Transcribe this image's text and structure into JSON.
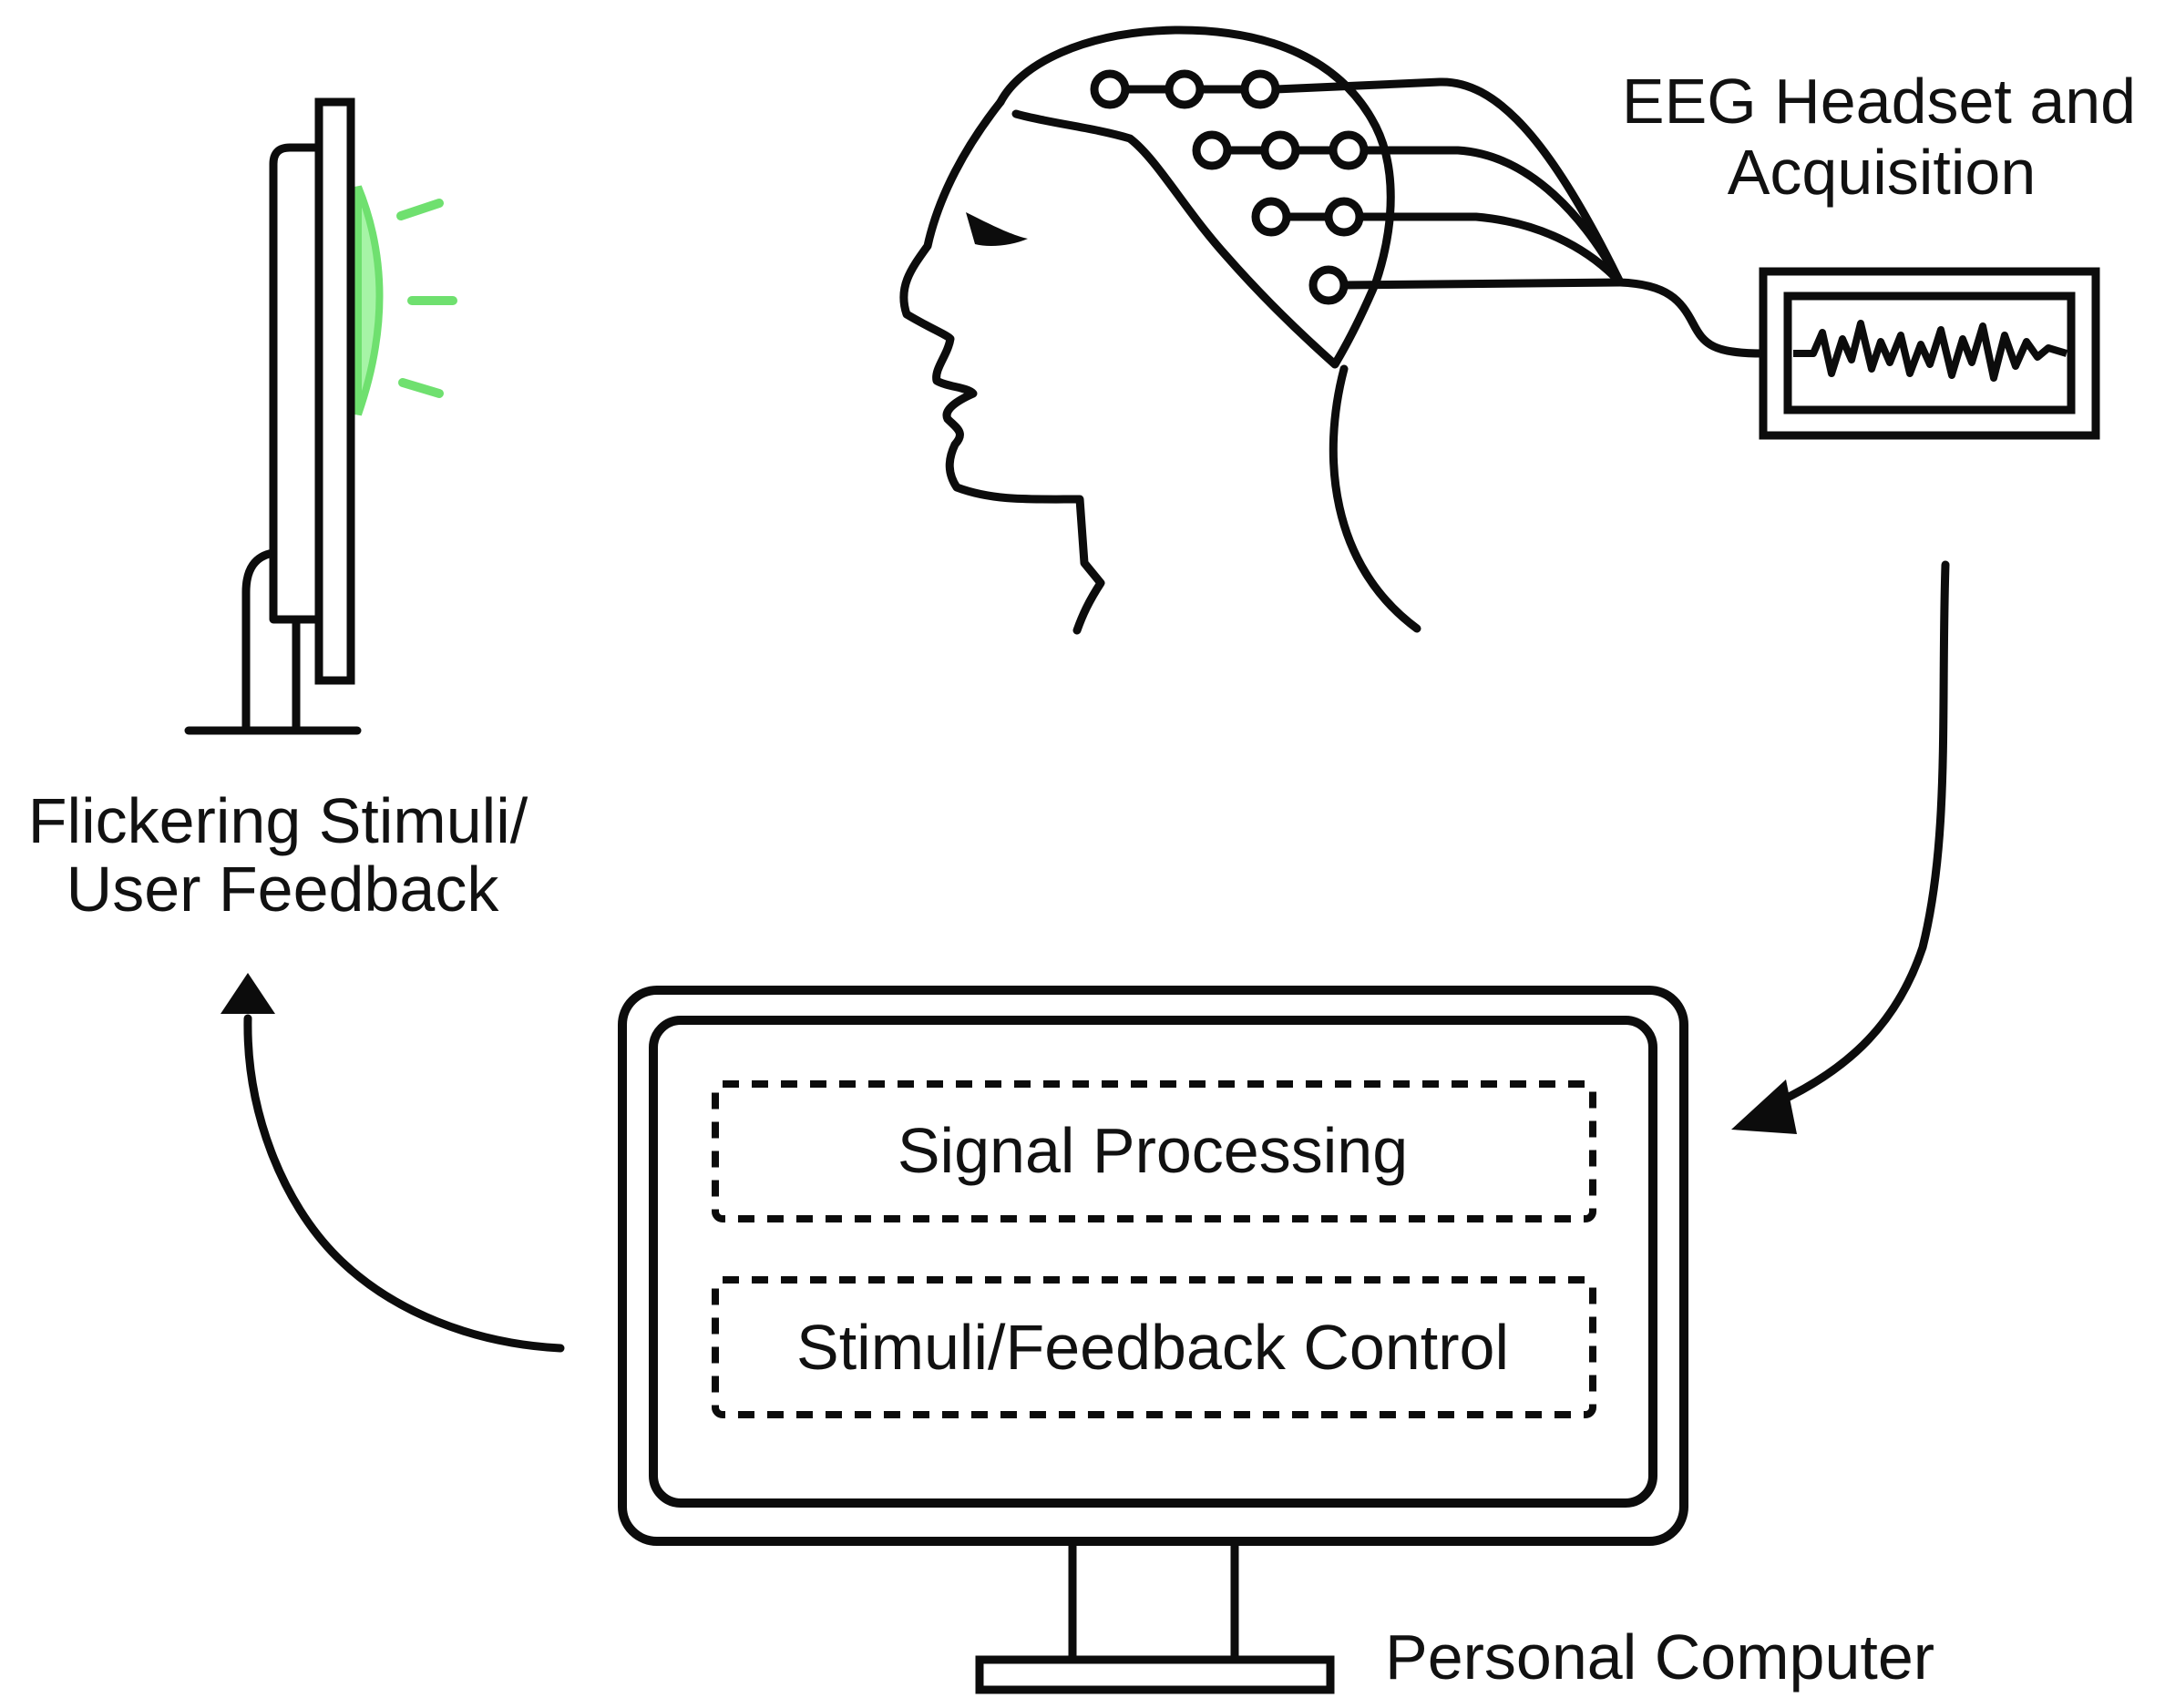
{
  "labels": {
    "stimuli_line1": "Flickering Stimuli/",
    "stimuli_line2": "User Feedback",
    "eeg_line1": "EEG Headset and",
    "eeg_line2": "Acquisition",
    "signal_processing": "Signal Processing",
    "feedback_control": "Stimuli/Feedback Control",
    "computer": "Personal Computer"
  },
  "colors": {
    "ink": "#0c0c0c",
    "flicker_glow": "#8ff08f",
    "flicker_rays": "#6fe06f"
  },
  "icons": [
    "stimulus-monitor-icon",
    "head-with-eeg-headset-icon",
    "eeg-amplifier-icon",
    "personal-computer-icon",
    "arrow-to-computer-icon",
    "arrow-to-stimuli-icon"
  ]
}
